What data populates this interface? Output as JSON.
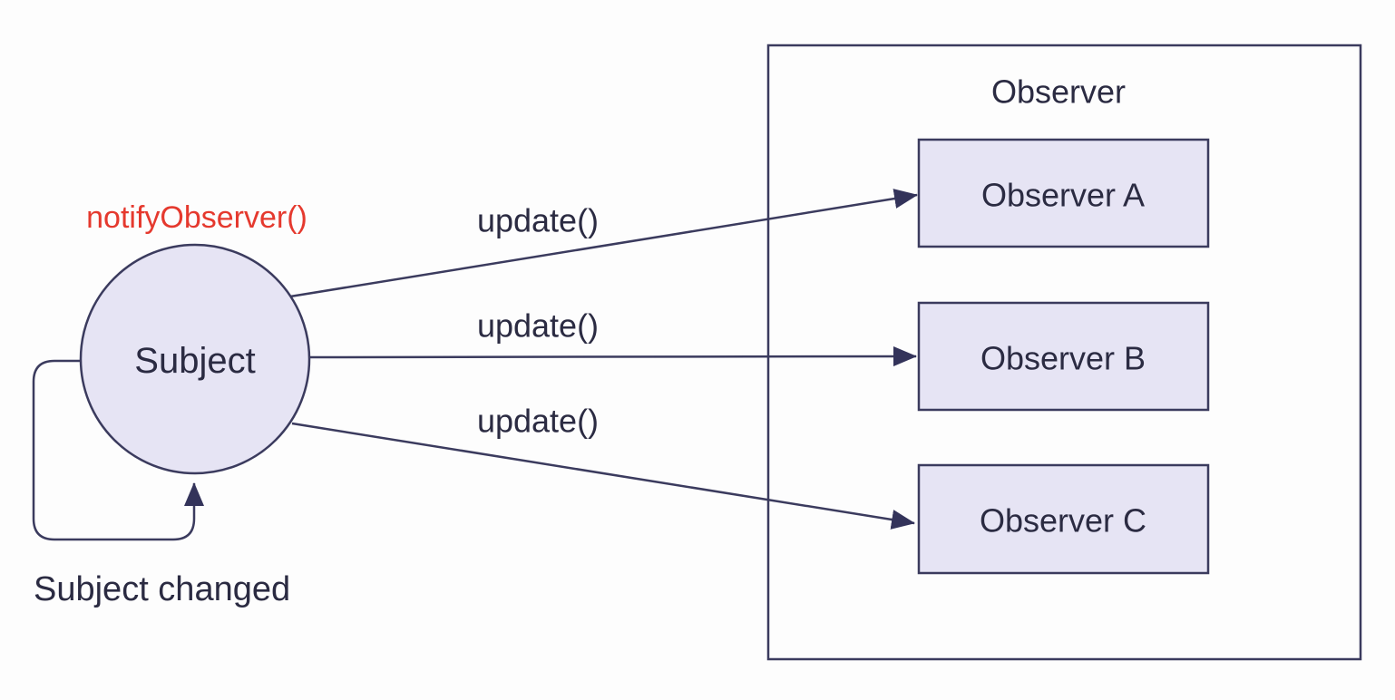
{
  "colors": {
    "line": "#3b3b5e",
    "arrow": "#33335a",
    "text": "#2b2b42",
    "node-fill": "#e6e4f4",
    "highlight": "#e5392e",
    "background": "#fdfdfd"
  },
  "subject": {
    "label": "Subject",
    "method_label": "notifyObserver()",
    "change_label": "Subject changed"
  },
  "observer_group": {
    "title": "Observer",
    "members": [
      {
        "label": "Observer A"
      },
      {
        "label": "Observer B"
      },
      {
        "label": "Observer C"
      }
    ]
  },
  "connections": [
    {
      "label": "update()",
      "from": "Subject",
      "to": "Observer A"
    },
    {
      "label": "update()",
      "from": "Subject",
      "to": "Observer B"
    },
    {
      "label": "update()",
      "from": "Subject",
      "to": "Observer C"
    }
  ]
}
